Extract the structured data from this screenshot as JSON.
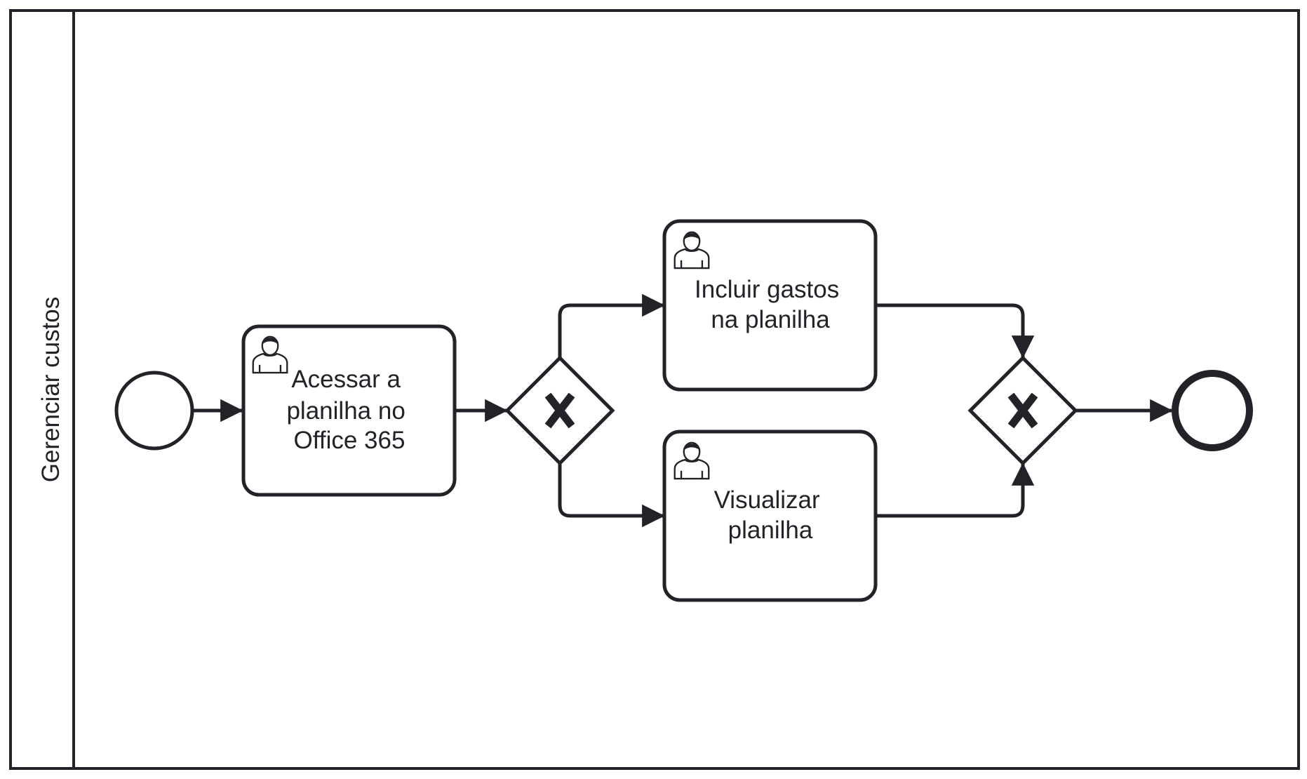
{
  "pool": {
    "lane_label": "Gerenciar custos"
  },
  "tasks": {
    "access": {
      "lines": [
        "Acessar a",
        "planilha no",
        "Office 365"
      ],
      "type_icon": "user-icon"
    },
    "include": {
      "lines": [
        "Incluir gastos",
        "na planilha"
      ],
      "type_icon": "user-icon"
    },
    "view": {
      "lines": [
        "Visualizar",
        "planilha"
      ],
      "type_icon": "user-icon"
    }
  },
  "gateways": {
    "split": {
      "kind": "exclusive",
      "icon": "x-icon"
    },
    "join": {
      "kind": "exclusive",
      "icon": "x-icon"
    }
  },
  "events": {
    "start": {
      "kind": "start-event"
    },
    "end": {
      "kind": "end-event"
    }
  },
  "colors": {
    "stroke": "#222228",
    "fill": "#ffffff"
  }
}
